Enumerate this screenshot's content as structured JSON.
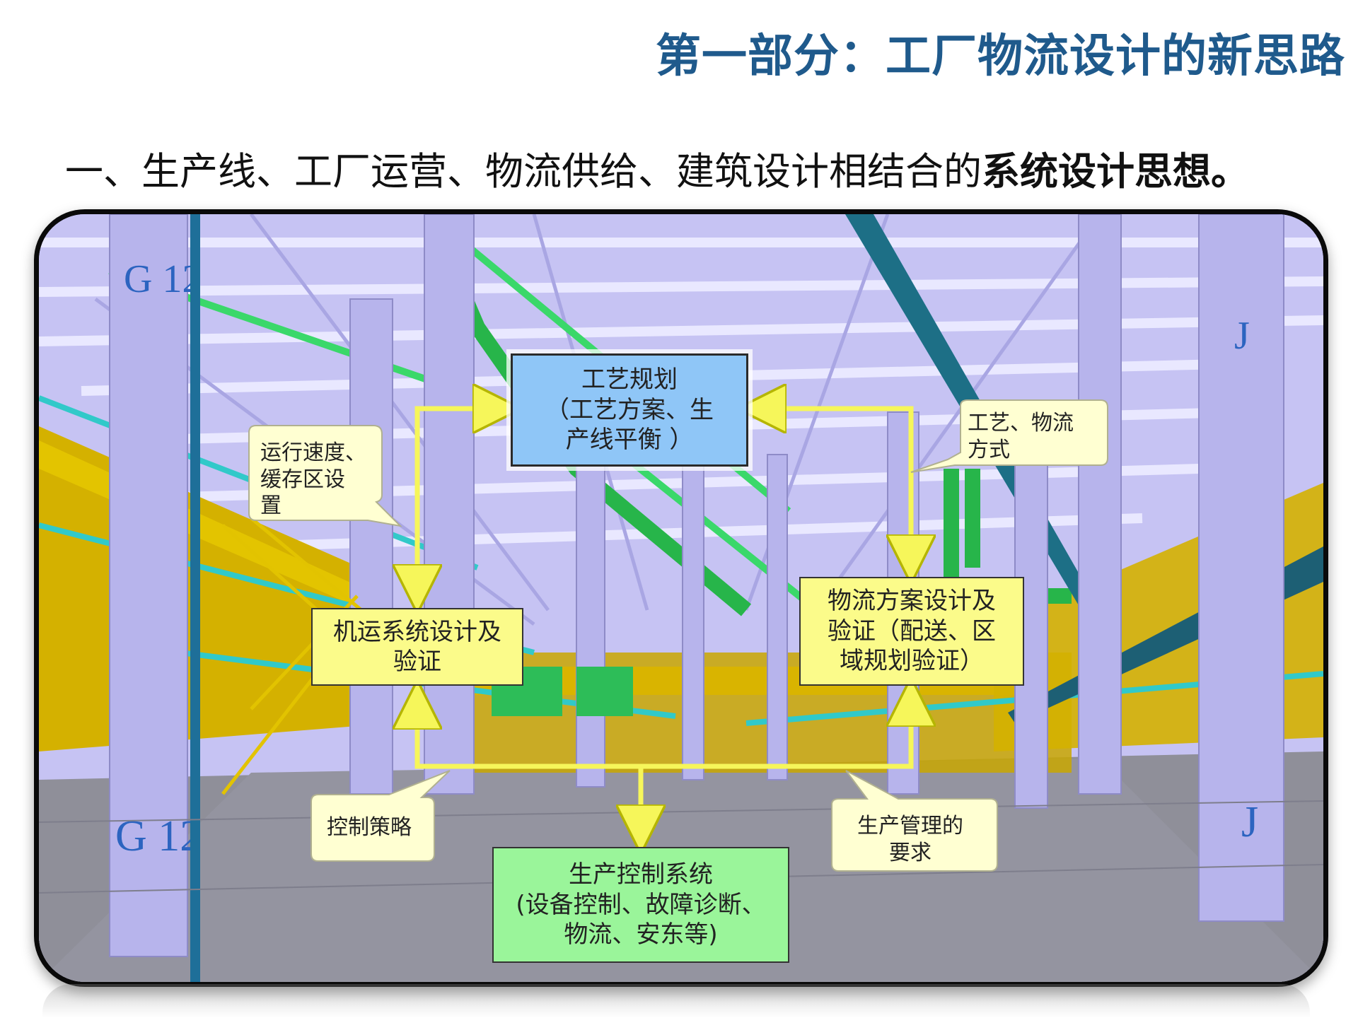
{
  "header": {
    "title": "第一部分：工厂物流设计的新思路"
  },
  "subtitle": {
    "text": "一、生产线、工厂运营、物流供给、建筑设计相结合的",
    "bold": "系统设计思想。"
  },
  "diagram": {
    "process_box": "工艺规划\n（工艺方案、生\n产线平衡 ）",
    "mechanical_box": "机运系统设计及\n验证",
    "logistics_box": "物流方案设计及\n验证（配送、区\n域规划验证）",
    "control_box": "生产控制系统\n(设备控制、故障诊断、\n物流、安东等)",
    "callout_speed": "运行速度、\n缓存区设\n置",
    "callout_method": "工艺、物流\n方式",
    "callout_strategy": "控制策略",
    "callout_management": "生产管理的\n要求"
  },
  "scene_labels": {
    "left_near": "G 12",
    "left_top": "G 12",
    "right_near": "J",
    "right_top": "J"
  },
  "colors": {
    "title": "#1f5a8c",
    "process_box": "#8fc6f7",
    "yellow_box": "#fbfb8a",
    "control_box": "#9af59a",
    "arrow": "#f6f65a",
    "callout": "#ffffd2"
  }
}
